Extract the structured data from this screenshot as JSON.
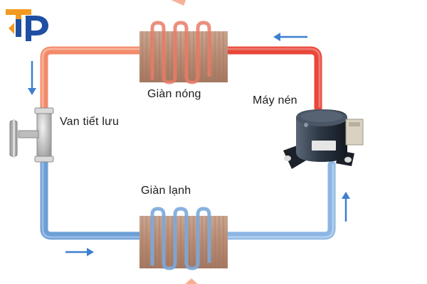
{
  "logo": {
    "text": "TP",
    "colors": {
      "blue": "#1f4fa3",
      "orange": "#f29a1f"
    }
  },
  "components": {
    "hot_coil": {
      "label": "Giàn nóng"
    },
    "cold_coil": {
      "label": "Giàn lạnh"
    },
    "compressor": {
      "label": "Máy nén"
    },
    "expansion_valve": {
      "label": "Van tiết lưu"
    }
  },
  "flow": {
    "hot_pipe_color": "#e8473a",
    "warm_pipe_color": "#f28a6a",
    "cold_pipe_color": "#6d9fd6",
    "arrow_color": "#3d7fd0",
    "heat_out_color": "#f7a58a",
    "heat_in_color": "#f6a586",
    "directions": [
      "down",
      "right",
      "up",
      "left"
    ]
  }
}
